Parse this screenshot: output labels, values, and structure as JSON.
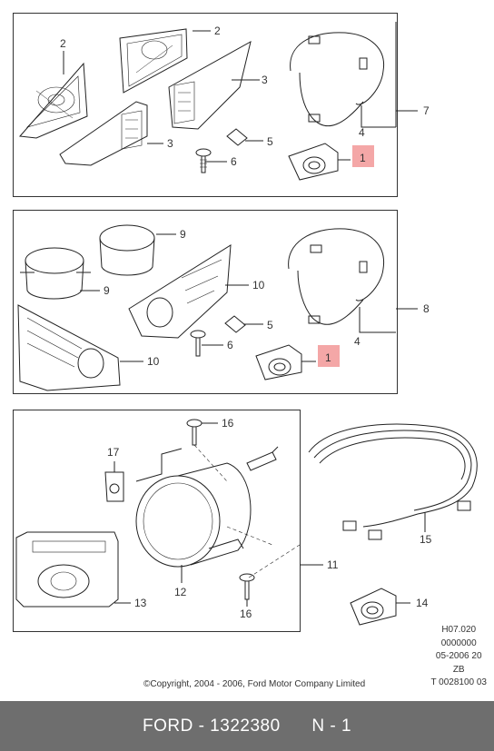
{
  "callouts": {
    "c1a": "1",
    "c2a": "2",
    "c2b": "2",
    "c3a": "3",
    "c3b": "3",
    "c4a": "4",
    "c5a": "5",
    "c6a": "6",
    "c7": "7",
    "c1b": "1",
    "c4b": "4",
    "c5b": "5",
    "c6b": "6",
    "c8": "8",
    "c9a": "9",
    "c9b": "9",
    "c10a": "10",
    "c10b": "10",
    "c11": "11",
    "c12": "12",
    "c13": "13",
    "c14": "14",
    "c15": "15",
    "c16a": "16",
    "c16b": "16",
    "c17": "17"
  },
  "meta": {
    "line1": "H07.020",
    "line2": "0000000",
    "line3": "05-2006 20",
    "line4": "ZB",
    "line5": "T 0028100 03"
  },
  "copyright": "©Copyright, 2004 - 2006, Ford Motor Company Limited",
  "footer": {
    "brand_part": "FORD - 1322380",
    "page": "N - 1"
  },
  "colors": {
    "highlight": "#f4a7a7",
    "footer_bg": "#6e6e6e"
  }
}
